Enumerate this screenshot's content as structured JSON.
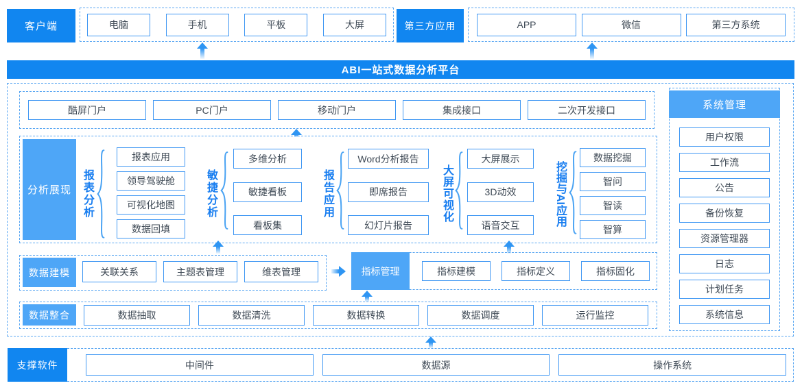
{
  "colors": {
    "primary_blue": "#1186f0",
    "light_blue": "#4ea6f7",
    "box_border_blue": "#3f97f3",
    "dashed_border_blue": "#58a6f2",
    "group_label_blue": "#177df0",
    "box_text": "#3f4a56"
  },
  "top": {
    "client": {
      "label": "客户端",
      "items": [
        "电脑",
        "手机",
        "平板",
        "大屏"
      ]
    },
    "third_party": {
      "label": "第三方应用",
      "items": [
        "APP",
        "微信",
        "第三方系统"
      ]
    }
  },
  "banner": {
    "title": "ABI一站式数据分析平台"
  },
  "portal": {
    "items": [
      "酷屏门户",
      "PC门户",
      "移动门户",
      "集成接口",
      "二次开发接口"
    ]
  },
  "analysis": {
    "label": "分析展现",
    "groups": [
      {
        "name": "报表分析",
        "items": [
          "报表应用",
          "领导驾驶舱",
          "可视化地图",
          "数据回填"
        ]
      },
      {
        "name": "敏捷分析",
        "items": [
          "多维分析",
          "敏捷看板",
          "看板集"
        ]
      },
      {
        "name": "报告应用",
        "items": [
          "Word分析报告",
          "即席报告",
          "幻灯片报告"
        ]
      },
      {
        "name": "大屏可视化",
        "items": [
          "大屏展示",
          "3D动效",
          "语音交互"
        ]
      },
      {
        "name": "挖掘与AI应用",
        "items": [
          "数据挖掘",
          "智问",
          "智读",
          "智算"
        ]
      }
    ]
  },
  "modeling": {
    "label": "数据建模",
    "items": [
      "关联关系",
      "主题表管理",
      "维表管理"
    ]
  },
  "metrics": {
    "header": "指标管理",
    "items": [
      "指标建模",
      "指标定义",
      "指标固化"
    ]
  },
  "integration": {
    "label": "数据整合",
    "items": [
      "数据抽取",
      "数据清洗",
      "数据转换",
      "数据调度",
      "运行监控"
    ]
  },
  "system": {
    "header": "系统管理",
    "items": [
      "用户权限",
      "工作流",
      "公告",
      "备份恢复",
      "资源管理器",
      "日志",
      "计划任务",
      "系统信息"
    ]
  },
  "support": {
    "label": "支撑软件",
    "items": [
      "中间件",
      "数据源",
      "操作系统"
    ]
  }
}
